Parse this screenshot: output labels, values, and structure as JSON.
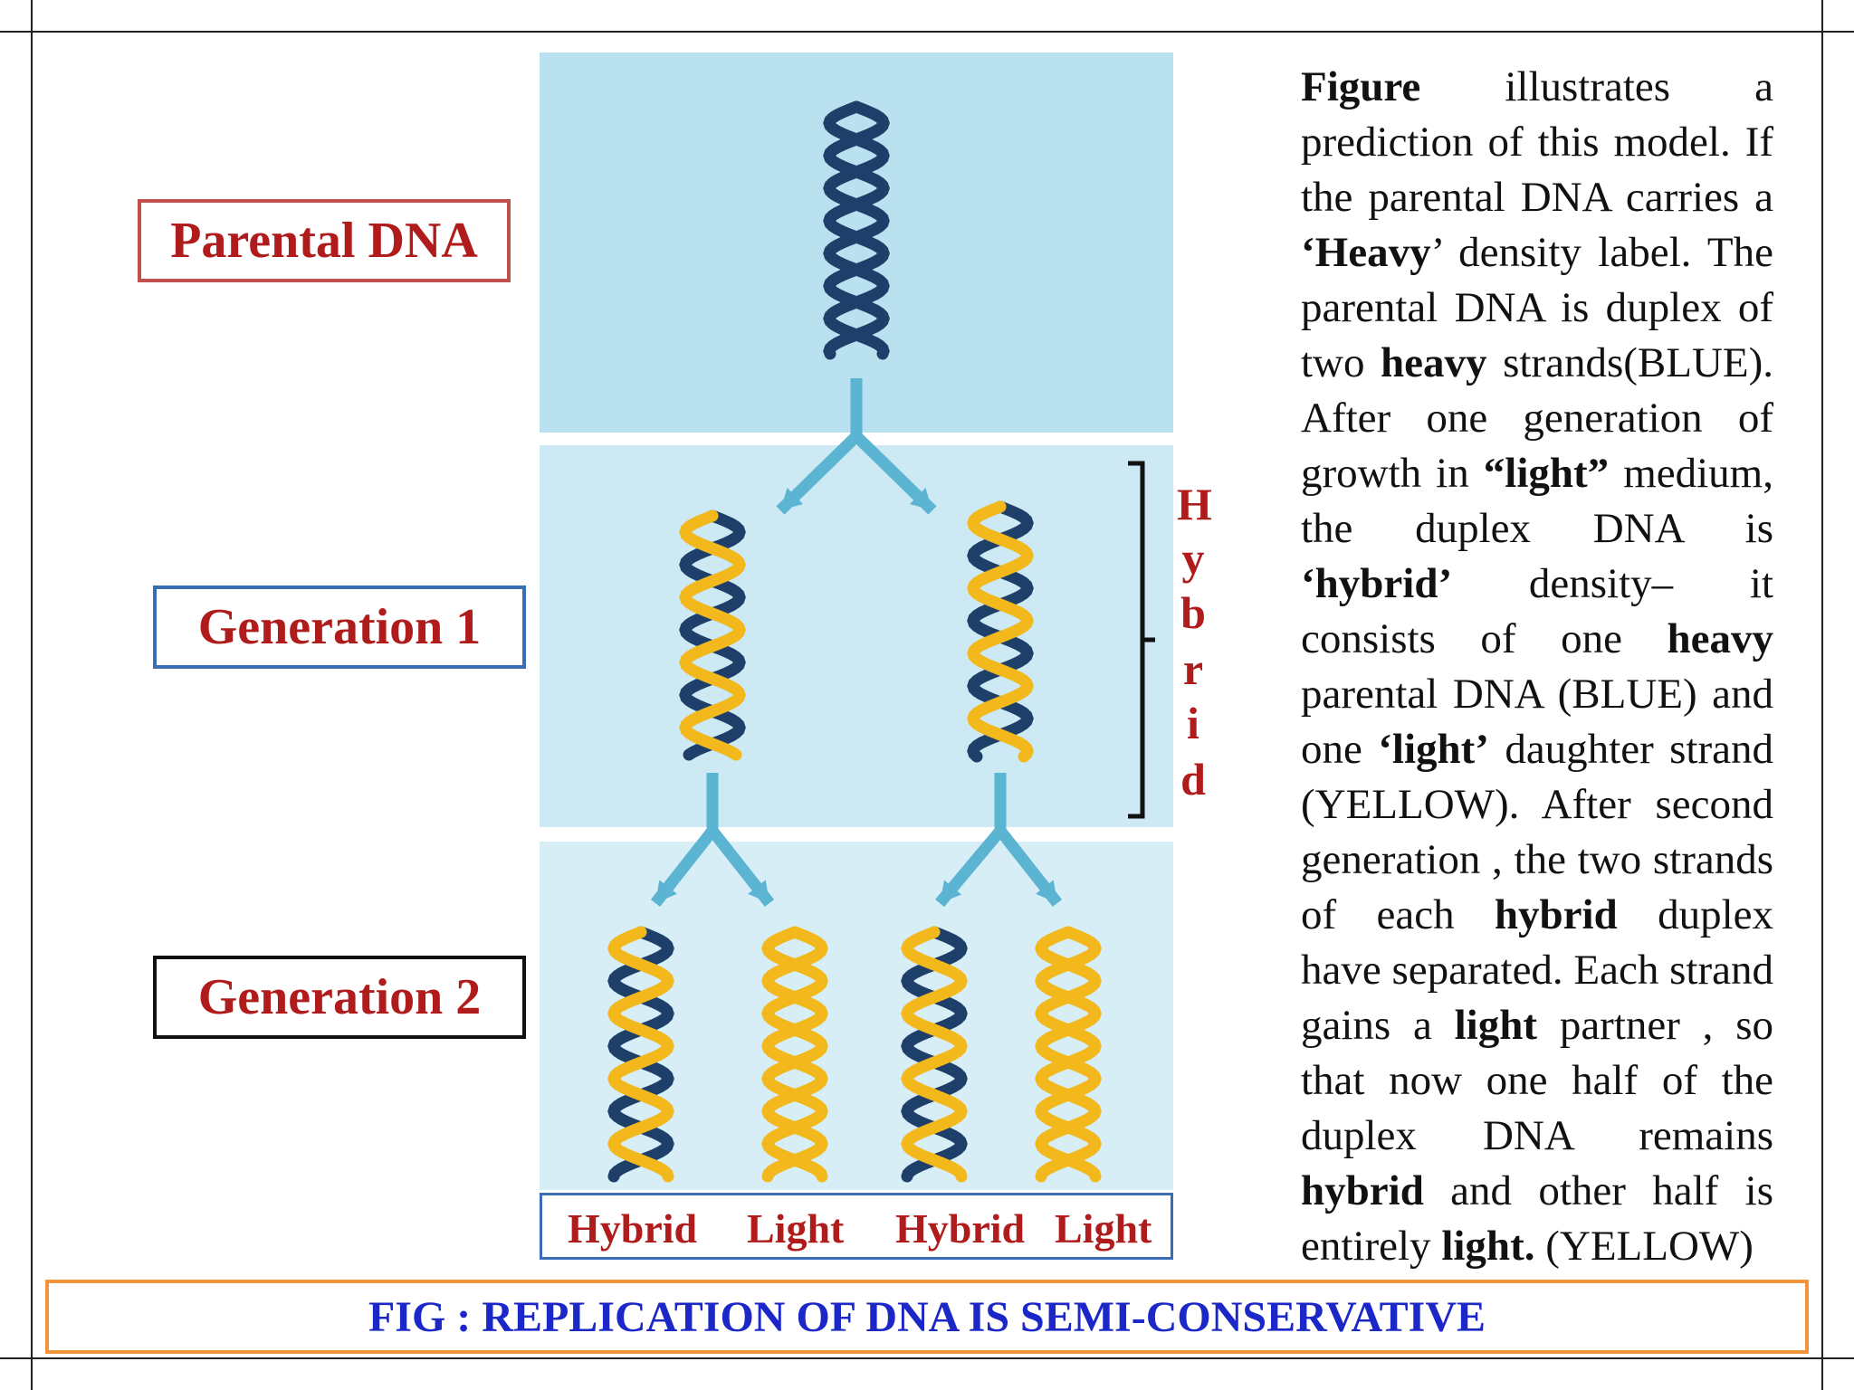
{
  "labels": {
    "parental": "Parental DNA",
    "generation1": "Generation 1",
    "generation2": "Generation 2"
  },
  "hybrid_vertical": [
    "H",
    "y",
    "b",
    "r",
    "i",
    "d"
  ],
  "bottom_labels": [
    "Hybrid",
    "Light",
    "Hybrid",
    "Light"
  ],
  "caption": "FIG : REPLICATION OF DNA IS SEMI-CONSERVATIVE",
  "paragraph": [
    {
      "t": "Figure",
      "b": true
    },
    {
      "t": " illustrates a prediction of this model. If the parental DNA carries a ",
      "b": false
    },
    {
      "t": "‘Heavy",
      "b": true
    },
    {
      "t": "’ density label. The parental DNA is duplex of two ",
      "b": false
    },
    {
      "t": "heavy",
      "b": true
    },
    {
      "t": " strands(BLUE). After one generation of growth in ",
      "b": false
    },
    {
      "t": "“light”",
      "b": true
    },
    {
      "t": " medium, the duplex DNA is ",
      "b": false
    },
    {
      "t": "‘hybrid’",
      "b": true
    },
    {
      "t": " density– it consists of one ",
      "b": false
    },
    {
      "t": "heavy",
      "b": true
    },
    {
      "t": " parental DNA (BLUE) and one ",
      "b": false
    },
    {
      "t": "‘light’",
      "b": true
    },
    {
      "t": " daughter strand (YELLOW). After second generation , the two strands of each ",
      "b": false
    },
    {
      "t": "hybrid",
      "b": true
    },
    {
      "t": " duplex have separated. Each strand gains a ",
      "b": false
    },
    {
      "t": "light",
      "b": true
    },
    {
      "t": " partner , so that now one half of the duplex DNA remains ",
      "b": false
    },
    {
      "t": "hybrid",
      "b": true
    },
    {
      "t": " and other half is entirely ",
      "b": false
    },
    {
      "t": "light.",
      "b": true
    },
    {
      "t": " (YELLOW)",
      "b": false
    }
  ],
  "colors": {
    "heavy_strand": "#1f3f6b",
    "light_strand": "#f2b81c",
    "panel_top": "#b9e1ef",
    "panel_mid": "#cde9f3",
    "panel_bottom": "#d8eef6",
    "arrow": "#5cb4d3",
    "label_red": "#b01c1c",
    "caption_blue": "#1c27c8"
  }
}
